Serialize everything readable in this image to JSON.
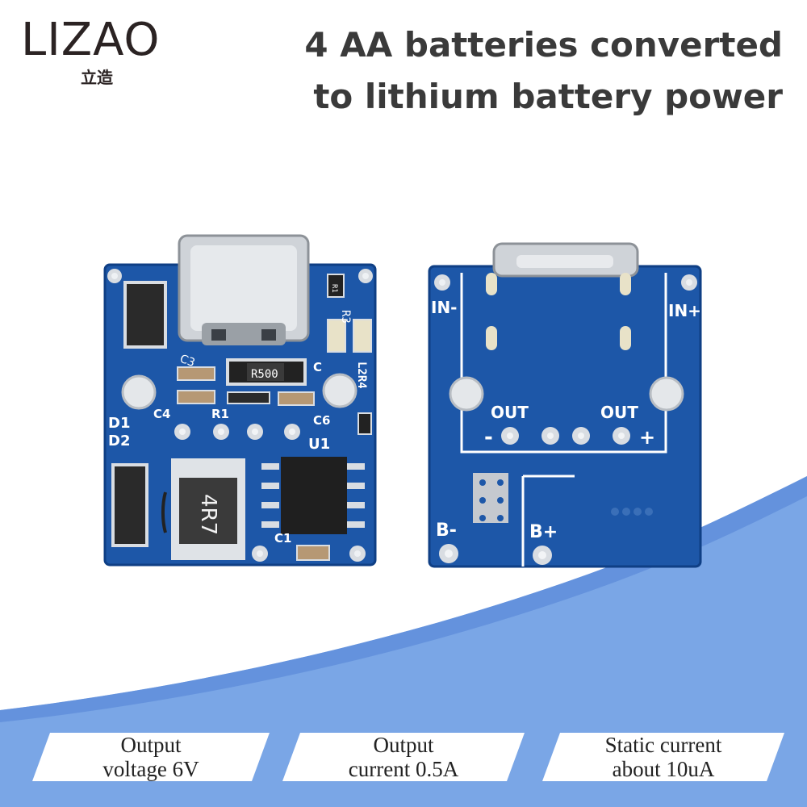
{
  "brand": {
    "name": "LIZAO",
    "subtitle": "立造"
  },
  "headline": {
    "line1": "4 AA batteries converted",
    "line2": "to lithium battery power"
  },
  "colors": {
    "pcb": "#1d57a8",
    "pcb_dark": "#0f3f85",
    "wave": "#7aa6e6",
    "wave_dark": "#5b8ad8",
    "pad": "#d9dde2",
    "text": "#3a3a3a"
  },
  "front_board": {
    "silkscreen": {
      "r3": "R3",
      "r500": "R500",
      "c3": "C3",
      "c4": "C4",
      "r1": "R1",
      "c6": "C6",
      "u1": "U1",
      "d1": "D1",
      "d2": "D2",
      "c1": "C1",
      "c": "C",
      "l2r4": "L2R4",
      "inductor": "4R7",
      "r1b": "R1"
    }
  },
  "back_board": {
    "silkscreen": {
      "in_minus": "IN-",
      "in_plus": "IN+",
      "out_left": "OUT",
      "out_right": "OUT",
      "minus": "-",
      "plus": "+",
      "b_minus": "B-",
      "b_plus": "B+"
    }
  },
  "specs": [
    {
      "line1": "Output",
      "line2": "voltage 6V"
    },
    {
      "line1": "Output",
      "line2": "current 0.5A"
    },
    {
      "line1": "Static current",
      "line2": "about 10uA"
    }
  ]
}
